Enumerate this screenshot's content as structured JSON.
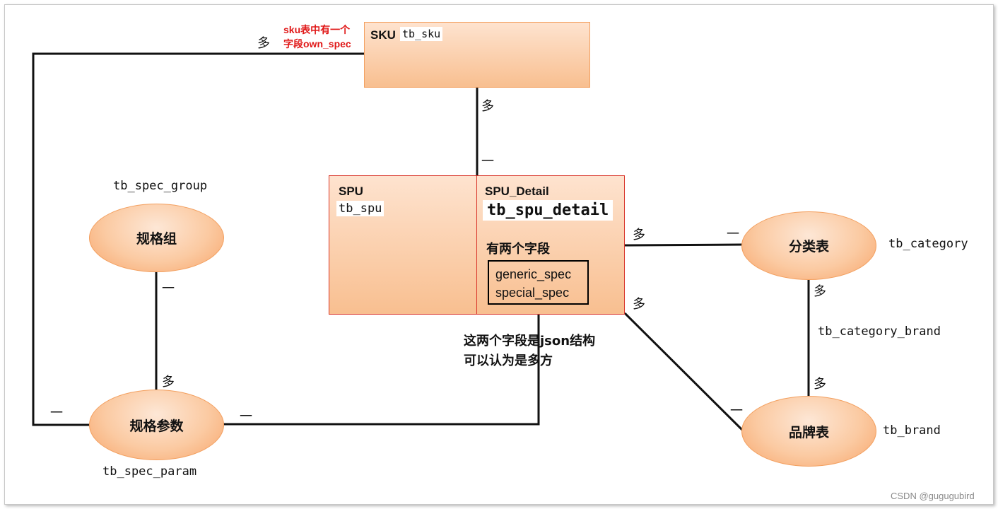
{
  "sku": {
    "label": "SKU",
    "table": "tb_sku",
    "note_line1": "sku表中有一个",
    "note_line2": "字段own_spec"
  },
  "spu": {
    "label": "SPU",
    "table": "tb_spu"
  },
  "spu_detail": {
    "label": "SPU_Detail",
    "table": "tb_spu_detail",
    "fields_title": "有两个字段",
    "fields": [
      "generic_spec",
      "special_spec"
    ]
  },
  "json_note": {
    "line1": "这两个字段是json结构",
    "line2": "可以认为是多方"
  },
  "entities": {
    "spec_group": {
      "label": "规格组",
      "table": "tb_spec_group"
    },
    "spec_param": {
      "label": "规格参数",
      "table": "tb_spec_param"
    },
    "category": {
      "label": "分类表",
      "table": "tb_category"
    },
    "brand": {
      "label": "品牌表",
      "table": "tb_brand"
    },
    "category_brand": {
      "table": "tb_category_brand"
    }
  },
  "cardinality": {
    "many": "多",
    "one": "一"
  },
  "watermark": "CSDN @gugugubird"
}
